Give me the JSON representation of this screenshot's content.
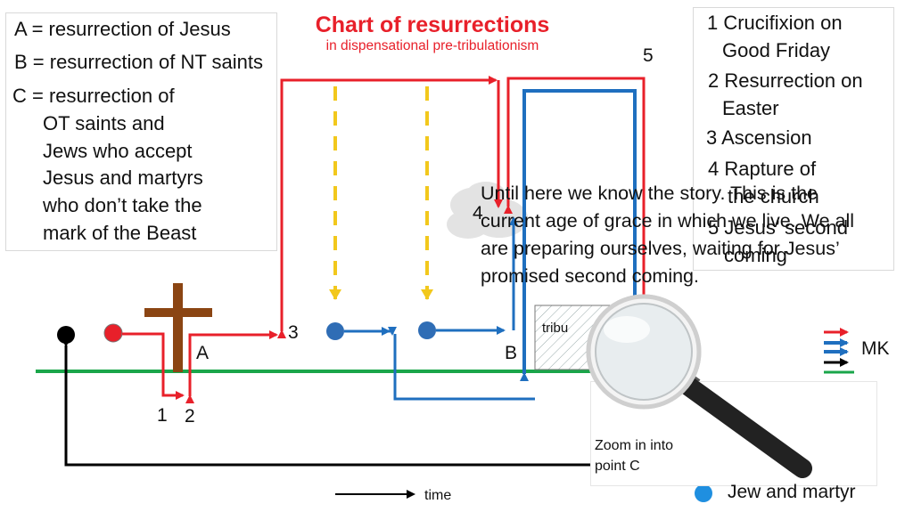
{
  "title": "Chart of resurrections",
  "subtitle": "in dispensational pre-tribulationism",
  "legend_letters": {
    "a": "A = resurrection of Jesus",
    "b": "B = resurrection of NT saints",
    "c": [
      "C = resurrection of",
      "OT saints and",
      "Jews who accept",
      "Jesus and martyrs",
      "who don’t take the",
      "mark of the Beast"
    ]
  },
  "legend_numbers": [
    [
      "1 Crucifixion on",
      "Good Friday"
    ],
    [
      "2 Resurrection on",
      "Easter"
    ],
    [
      "3 Ascension"
    ],
    [
      "4 Rapture of",
      "the church"
    ],
    [
      "5 Jesus’ second",
      "coming"
    ]
  ],
  "story_text": "Until here we know the story. This is the current age of grace in which we live. We all are preparing ourselves, waiting for Jesus’ promised second coming.",
  "labels": {
    "a": "A",
    "b": "B",
    "n1": "1",
    "n2": "2",
    "n3": "3",
    "n4": "4",
    "n5": "5",
    "tribulation": "tribu",
    "mk": "MK",
    "time": "time",
    "zoom": "Zoom in into point C",
    "jew_martyr": "Jew and martyr"
  },
  "colors": {
    "red": "#e8202a",
    "blue": "#1f6fbf",
    "yellow": "#f2c81c",
    "green": "#1aa64a",
    "brown": "#8b4513",
    "black": "#000000"
  }
}
